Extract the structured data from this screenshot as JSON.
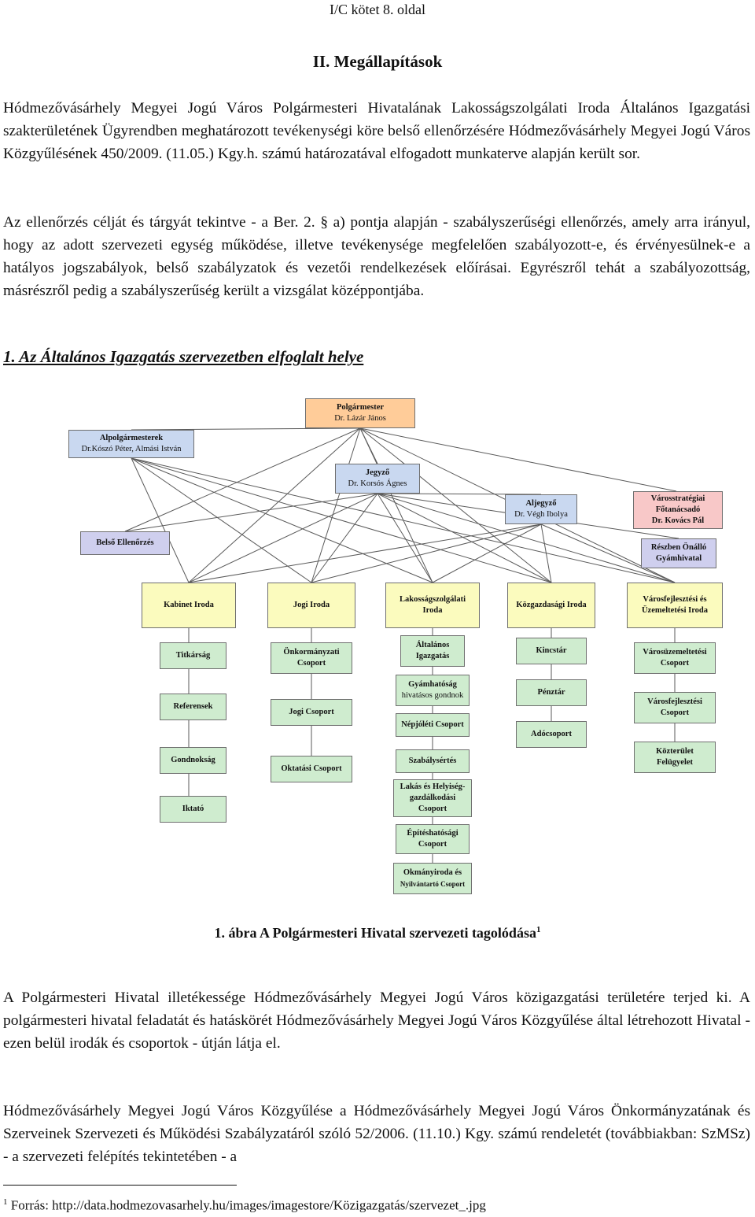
{
  "header": "I/C kötet 8. oldal",
  "title": "II. Megállapítások",
  "paragraphs": {
    "p1": "Hódmezővásárhely Megyei Jogú Város Polgármesteri Hivatalának Lakosságszolgálati Iroda Általános Igazgatási szakterületének Ügyrendben meghatározott tevékenységi köre belső ellenőrzésére Hódmezővásárhely Megyei Jogú Város Közgyűlésének 450/2009. (11.05.) Kgy.h. számú határozatával elfogadott munkaterve alapján került sor.",
    "p2": "Az ellenőrzés célját és tárgyát tekintve - a Ber. 2. § a) pontja alapján - szabályszerűségi ellenőrzés, amely arra irányul, hogy az adott szervezeti egység működése, illetve tevékenysége megfelelően szabályozott-e, és érvényesülnek-e a hatályos jogszabályok, belső szabályzatok és vezetői rendelkezések előírásai. Egyrészről tehát a szabályozottság, másrészről pedig a szabályszerűség került a vizsgálat középpontjába.",
    "p3": "A Polgármesteri Hivatal illetékessége Hódmezővásárhely Megyei Jogú Város közigazgatási területére terjed ki. A polgármesteri hivatal feladatát és hatáskörét Hódmezővásárhely Megyei Jogú Város Közgyűlése által létrehozott Hivatal - ezen belül irodák és csoportok - útján látja el.",
    "p4": "Hódmezővásárhely Megyei Jogú Város Közgyűlése a Hódmezővásárhely Megyei Jogú Város Önkormányzatának és Szerveinek Szervezeti és Működési Szabályzatáról szóló 52/2006. (11.10.) Kgy. számú rendeletét (továbbiakban: SzMSz) - a szervezeti felépítés tekintetében - a"
  },
  "section_heading": "1. Az Általános Igazgatás szervezetben elfoglalt helye",
  "org": {
    "colors": {
      "top": "#ffcc99",
      "blue": "#c9d8f0",
      "violet": "#cfcfee",
      "pink": "#f8c8c8",
      "yellow": "#fbfbbe",
      "green": "#cfeccf",
      "line": "#5a5a5a"
    },
    "polgarmester": {
      "title": "Polgármester",
      "name": "Dr. Lázár János"
    },
    "alpolgarmesterek": {
      "title": "Alpolgármesterek",
      "name": "Dr.Kószó Péter, Almási István"
    },
    "jegyzo": {
      "title": "Jegyző",
      "name": "Dr. Korsós Ágnes"
    },
    "aljegyzo": {
      "title": "Aljegyző",
      "name": "Dr. Végh Ibolya"
    },
    "varosstrategiai": {
      "l1": "Városstratégiai",
      "l2": "Főtanácsadó",
      "l3": "Dr. Kovács Pál"
    },
    "belso": {
      "title": "Belső Ellenőrzés"
    },
    "gyamhivatal": {
      "l1": "Részben Önálló",
      "l2": "Gyámhivatal"
    },
    "col1": {
      "head": "Kabinet Iroda",
      "items": [
        "Titkárság",
        "Referensek",
        "Gondnokság",
        "Iktató"
      ]
    },
    "col2": {
      "head": "Jogi Iroda",
      "items": [
        [
          "Önkormányzati",
          "Csoport"
        ],
        [
          "Jogi Csoport"
        ],
        [
          "Oktatási Csoport"
        ]
      ]
    },
    "col3": {
      "head": [
        "Lakosságszolgálati",
        "Iroda"
      ],
      "items": [
        [
          "Általános",
          "Igazgatás"
        ],
        [
          "Gyámhatóság",
          "hivatásos gondnok"
        ],
        [
          "Népjóléti Csoport"
        ],
        [
          "Szabálysértés"
        ],
        [
          "Lakás és Helyiség-",
          "gazdálkodási",
          "Csoport"
        ],
        [
          "Építéshatósági",
          "Csoport"
        ],
        [
          "Okmányiroda és",
          "Nyilvántartó Csoport"
        ]
      ]
    },
    "col4": {
      "head": "Közgazdasági Iroda",
      "items": [
        "Kincstár",
        "Pénztár",
        "Adócsoport"
      ]
    },
    "col5": {
      "head": [
        "Városfejlesztési és",
        "Üzemeltetési Iroda"
      ],
      "items": [
        [
          "Városüzemeltetési",
          "Csoport"
        ],
        [
          "Városfejlesztési",
          "Csoport"
        ],
        [
          "Közterület",
          "Felügyelet"
        ]
      ]
    }
  },
  "caption": {
    "text": "1. ábra A Polgármesteri Hivatal szervezeti tagolódása",
    "ref": "1"
  },
  "footnote": {
    "ref": "1",
    "text": " Forrás: http://data.hodmezovasarhely.hu/images/imagestore/Közigazgatás/szervezet_.jpg"
  }
}
